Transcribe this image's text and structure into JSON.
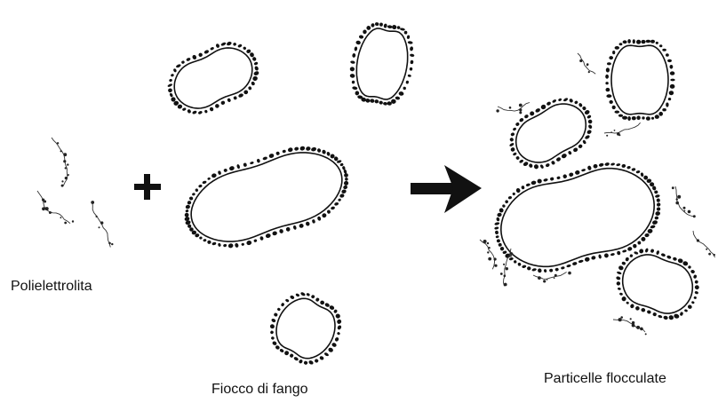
{
  "labels": {
    "polyelectrolyte": "Polielettrolita",
    "mud_floc": "Fiocco di fango",
    "flocculated_particles": "Particelle flocculate"
  },
  "symbols": {
    "plus": "plus-sign",
    "arrow": "right-arrow"
  },
  "colors": {
    "ink": "#111111",
    "background": "#ffffff"
  }
}
